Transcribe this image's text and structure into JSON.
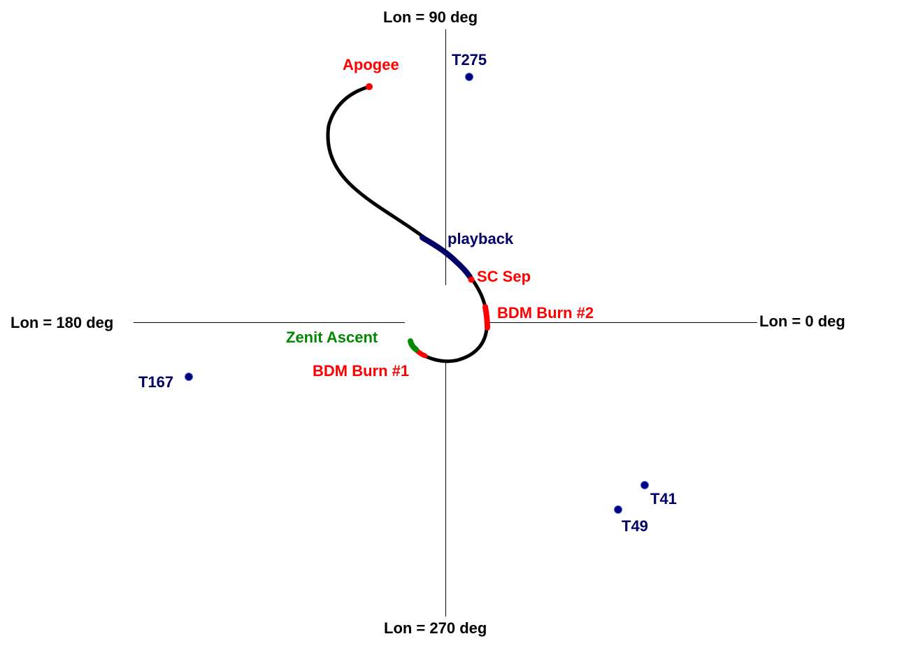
{
  "axes": {
    "lon_90": "Lon = 90 deg",
    "lon_180": "Lon = 180 deg",
    "lon_0": "Lon = 0 deg",
    "lon_270": "Lon = 270 deg"
  },
  "stations": [
    {
      "label": "T275"
    },
    {
      "label": "T167"
    },
    {
      "label": "T41"
    },
    {
      "label": "T49"
    }
  ],
  "events": {
    "apogee": "Apogee",
    "playback": "playback",
    "sc_sep": "SC Sep",
    "bdm_burn_2": "BDM Burn #2",
    "zenit_ascent": "Zenit Ascent",
    "bdm_burn_1": "BDM Burn #1"
  },
  "colors": {
    "trajectory": "#000000",
    "event": "#ff0000",
    "playback": "#000066",
    "ascent": "#008800",
    "station": "#000080"
  }
}
